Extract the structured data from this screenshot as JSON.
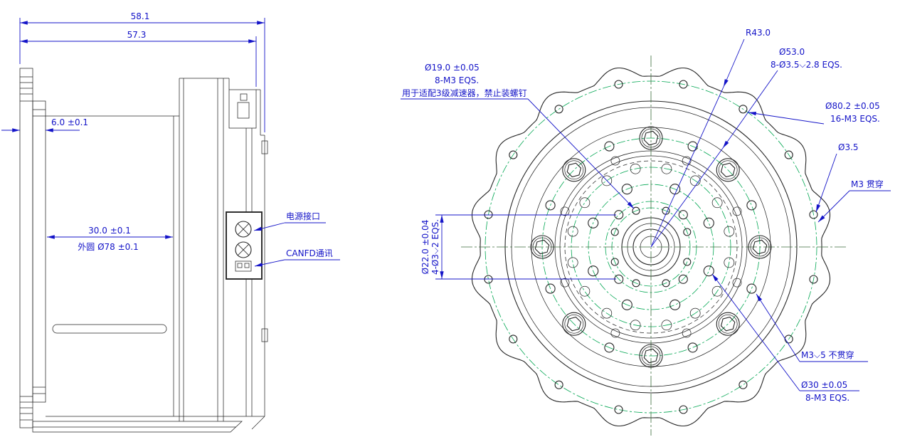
{
  "title": "actuator-engineering-drawing",
  "colors": {
    "dimension_blue": "#1414c8",
    "geometry_dark": "#262626",
    "centerline_green": "#00a651",
    "background": "#ffffff"
  },
  "side_view": {
    "dim_width_total": "58.1",
    "dim_width_body": "57.3",
    "dim_flange_thickness": "6.0 ±0.1",
    "dim_depth": "30.0 ±0.1",
    "dim_outer_circle": "外圆 Ø78 ±0.1",
    "label_power_port": "电源接口",
    "label_canfd": "CANFD通讯"
  },
  "front_view": {
    "radius_flange": "R43.0",
    "d53": "Ø53.0",
    "d53_holes": "8-Ø3.5⌵2.8 EQS.",
    "d19": "Ø19.0 ±0.05",
    "d19_holes": "8-M3 EQS.",
    "d19_note": "用于适配3级减速器，禁止装螺钉",
    "d80": "Ø80.2 ±0.05",
    "d80_holes": "16-M3 EQS.",
    "d35": "Ø3.5",
    "m3_through": "M3 贯穿",
    "d22": "Ø22.0 ±0.04",
    "d22_holes": "4-Ø3⌵2 EQS.",
    "m3_blind": "M3⌵5 不贯穿",
    "d30": "Ø30 ±0.05",
    "d30_holes": "8-M3 EQS.",
    "patterns": {
      "outer_bolts": 16,
      "socket_screws": 8,
      "mid_holes": 8,
      "vent_holes": 16,
      "inner_vent_holes": 8,
      "d30_holes_count": 8,
      "d19_holes_count": 8,
      "d22_holes_count": 4
    }
  }
}
